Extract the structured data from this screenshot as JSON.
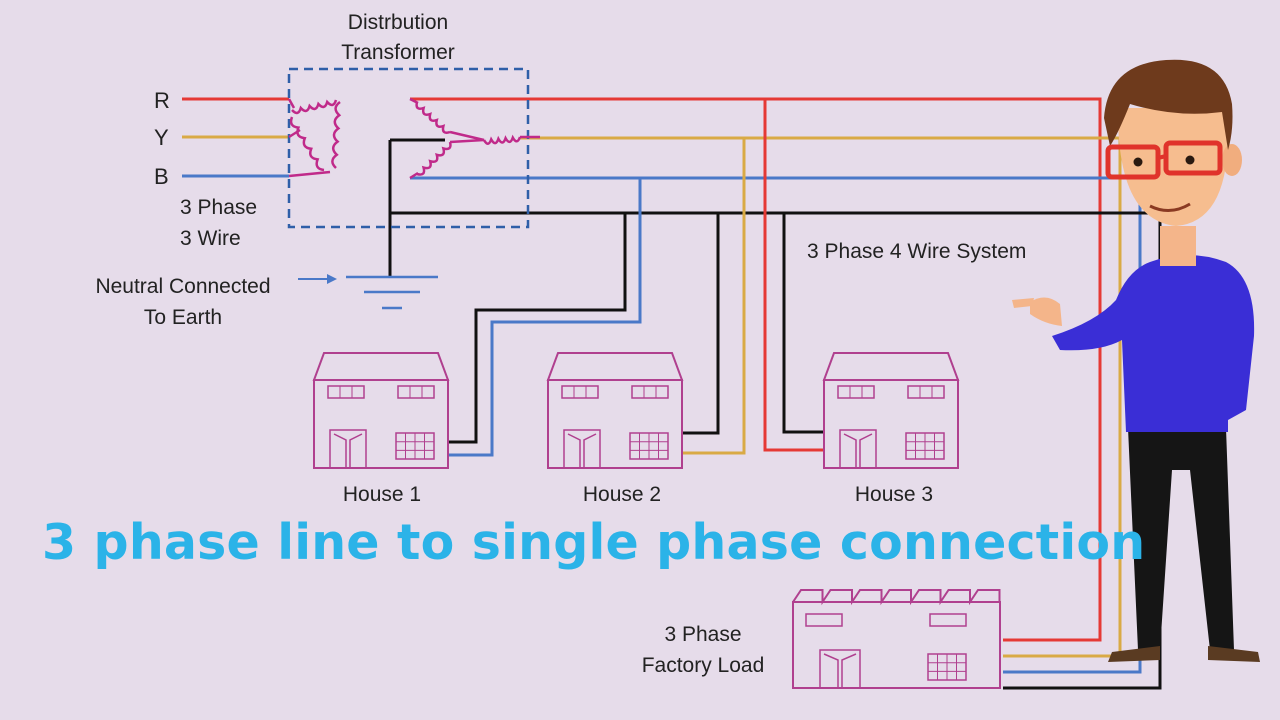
{
  "colors": {
    "background": "#e6dcea",
    "R": "#e53935",
    "Y": "#d9aa45",
    "B": "#4a79c8",
    "neutral": "#111111",
    "transformer": "#c02a8a",
    "building": "#b0408f",
    "headline": "#2bb3e8",
    "arrow": "#4a79c8",
    "shirt": "#3a2ed6"
  },
  "transformer": {
    "title_line1": "Distrbution",
    "title_line2": "Transformer"
  },
  "phases": {
    "r": "R",
    "y": "Y",
    "b": "B"
  },
  "supply": {
    "line1": "3 Phase",
    "line2": "3 Wire"
  },
  "neutral_note": {
    "line1": "Neutral Connected",
    "line2": "To Earth"
  },
  "system_label": "3 Phase 4 Wire System",
  "houses": [
    "House 1",
    "House 2",
    "House 3"
  ],
  "factory": {
    "line1": "3 Phase",
    "line2": "Factory Load"
  },
  "headline": "3 phase line to single phase connection",
  "icons": [
    "wye-delta-transformer-icon",
    "earth-ground-icon",
    "house-icon",
    "factory-icon",
    "presenter-character"
  ]
}
